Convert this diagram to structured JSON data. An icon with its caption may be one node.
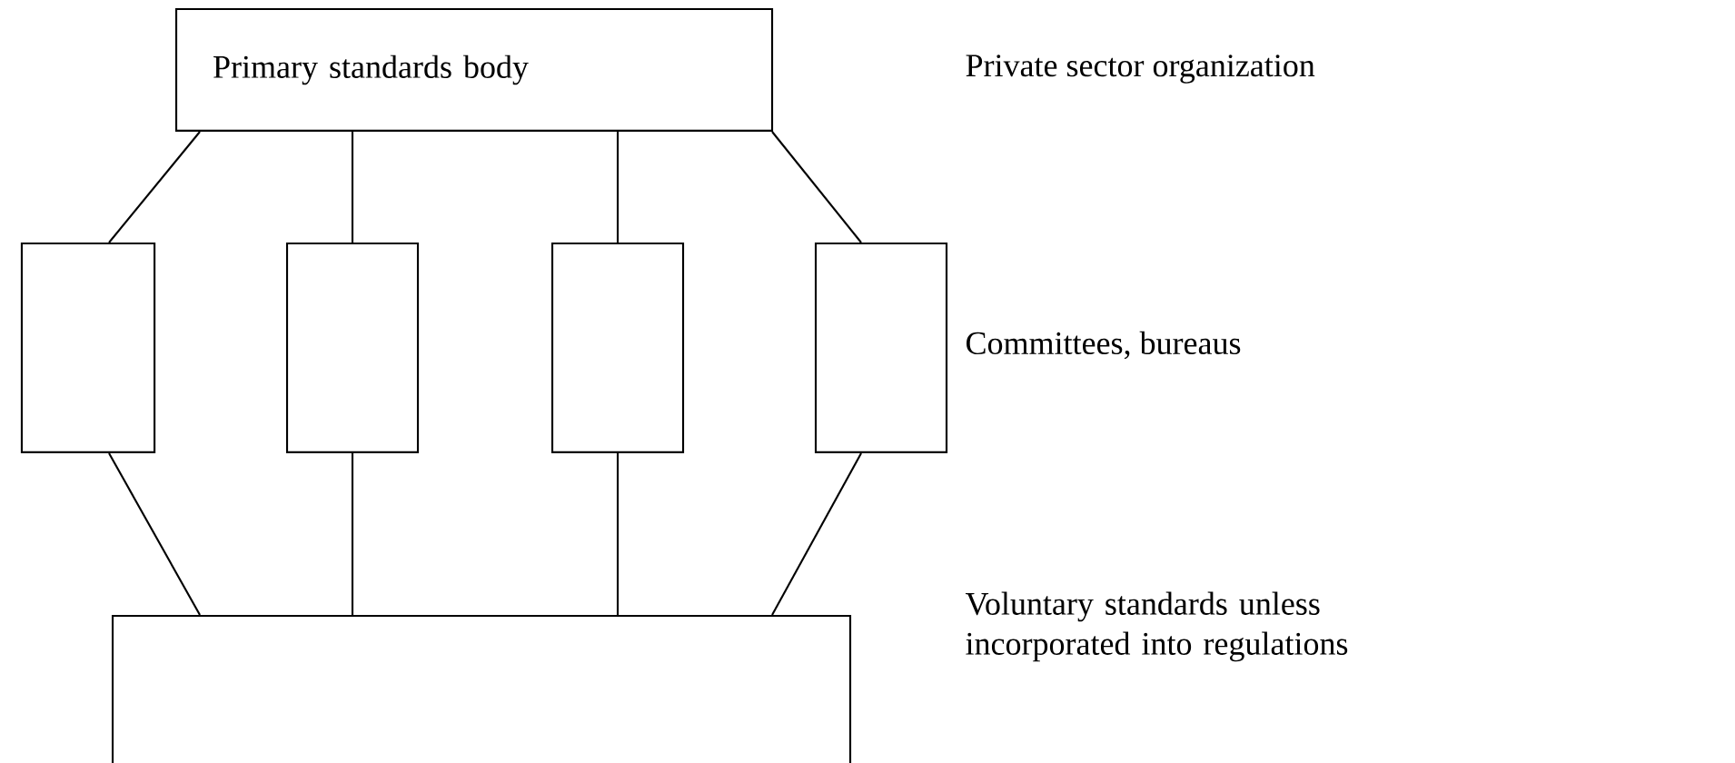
{
  "diagram": {
    "nodes": [
      {
        "text": [
          "Primary standards body"
        ]
      },
      {
        "text": [],
        "shape": "box"
      },
      {
        "text": [],
        "shape": "box"
      },
      {
        "text": [],
        "shape": "box"
      },
      {
        "text": [],
        "shape": "box"
      },
      {
        "text": [],
        "shape": "box"
      }
    ],
    "edges": [
      {
        "from": 0,
        "to": 1,
        "arrow": "none"
      },
      {
        "from": 0,
        "to": 2,
        "arrow": "none"
      },
      {
        "from": 0,
        "to": 3,
        "arrow": "none"
      },
      {
        "from": 0,
        "to": 4,
        "arrow": "none"
      },
      {
        "from": 1,
        "to": 5,
        "arrow": "none"
      },
      {
        "from": 2,
        "to": 5,
        "arrow": "none"
      },
      {
        "from": 3,
        "to": 5,
        "arrow": "none"
      },
      {
        "from": 4,
        "to": 5,
        "arrow": "none"
      }
    ],
    "labels": [
      "Private sector organization",
      "Committees, bureaus",
      "Voluntary standards unless incorporated into regulations"
    ]
  }
}
